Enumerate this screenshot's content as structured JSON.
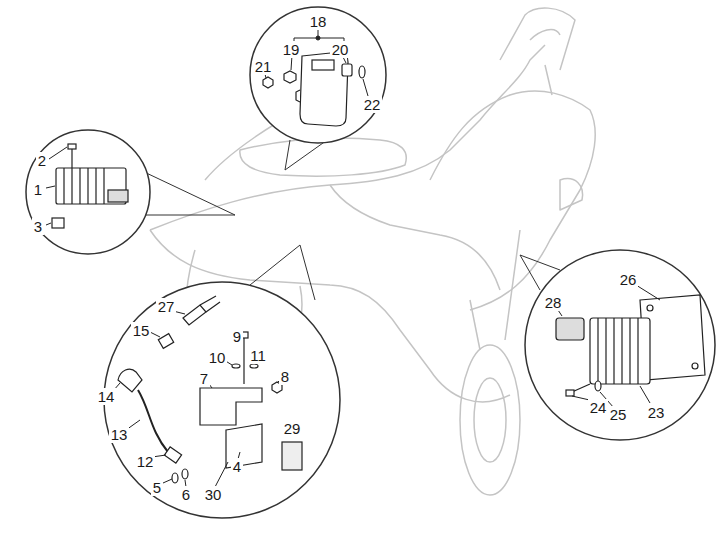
{
  "diagram": {
    "labels": [
      "18",
      "19",
      "20",
      "21",
      "22",
      "2",
      "1",
      "3",
      "27",
      "15",
      "9",
      "10",
      "11",
      "8",
      "7",
      "14",
      "13",
      "12",
      "5",
      "6",
      "30",
      "4",
      "29",
      "26",
      "28",
      "23",
      "24",
      "25"
    ]
  }
}
